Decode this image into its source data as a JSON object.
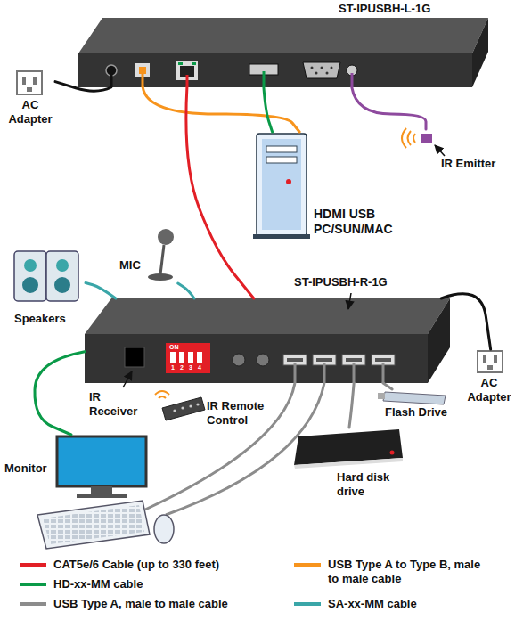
{
  "diagram": {
    "nodes": [
      {
        "text": [
          "ST-IPUSBH-L-1G"
        ]
      },
      {
        "text": [
          "AC Adapter"
        ]
      },
      {
        "text": [
          "HDMI USB PC/SUN/MAC"
        ]
      },
      {
        "text": [
          "IR Emitter"
        ]
      },
      {
        "text": [
          "Speakers"
        ]
      },
      {
        "text": [
          "MIC"
        ]
      },
      {
        "text": [
          "ST-IPUSBH-R-1G"
        ]
      },
      {
        "text": [
          "IR Remote Control"
        ]
      },
      {
        "text": [
          "Flash Drive"
        ]
      },
      {
        "text": [
          "AC Adapter"
        ]
      },
      {
        "text": [
          "Monitor"
        ]
      },
      {
        "text": [
          "Hard disk drive"
        ]
      }
    ],
    "edges": [
      {
        "from": 0,
        "to": 1,
        "arrow": "none"
      },
      {
        "from": 0,
        "to": 2,
        "arrow": "none"
      },
      {
        "from": 0,
        "to": 2,
        "arrow": "none"
      },
      {
        "from": 0,
        "to": 3,
        "arrow": "none"
      },
      {
        "from": 0,
        "to": 6,
        "arrow": "none"
      },
      {
        "from": 6,
        "to": 4,
        "arrow": "none"
      },
      {
        "from": 6,
        "to": 5,
        "arrow": "none"
      },
      {
        "from": 6,
        "to": 10,
        "arrow": "none"
      },
      {
        "from": 6,
        "to": 8,
        "arrow": "none"
      },
      {
        "from": 6,
        "to": 11,
        "arrow": "none"
      },
      {
        "from": 6,
        "to": 9,
        "arrow": "none"
      }
    ],
    "labels": [
      "IR Receiver",
      "ON",
      "1",
      "2",
      "3",
      "4"
    ],
    "legend": [
      {
        "text": "CAT5e/6 Cable (up to 330 feet)",
        "color": "#e21f26"
      },
      {
        "text": "HD-xx-MM cable",
        "color": "#0a9a48"
      },
      {
        "text": "USB Type A, male to male cable",
        "color": "#8c8c8c"
      },
      {
        "text": "USB Type A to Type B, male to male cable",
        "color": "#f7941d"
      },
      {
        "text": "SA-xx-MM cable",
        "color": "#3aa6a8"
      }
    ]
  }
}
